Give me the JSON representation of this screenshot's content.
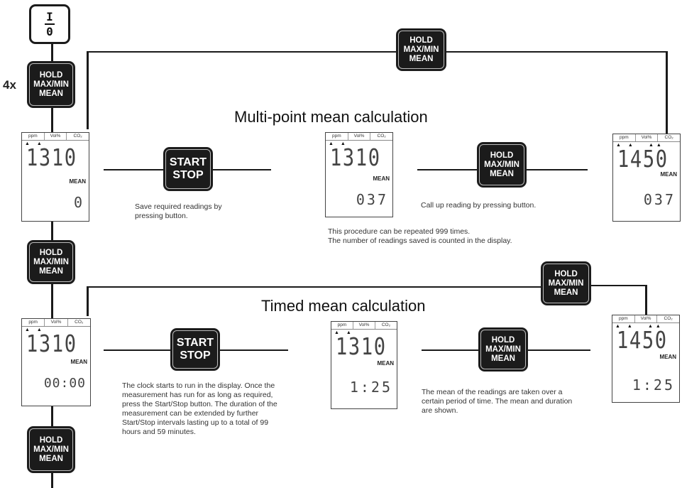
{
  "sections": {
    "multi_point": {
      "title": "Multi-point mean calculation",
      "note_save": "Save required readings by pressing button.",
      "note_call": "Call up reading by pressing button.",
      "note_repeat_1": "This procedure can be repeated 999 times.",
      "note_repeat_2": "The number of readings saved is counted in the display."
    },
    "timed": {
      "title": "Timed mean calculation",
      "note_clock": "The clock starts to run in the display. Once the measurement has run for as long as required, press the Start/Stop button. The duration of the measurement can be extended by further Start/Stop intervals lasting up to a total of 99 hours and 59 minutes.",
      "note_mean": "The mean of the readings are taken over a certain period of time. The mean and duration are shown."
    }
  },
  "press_count": "4x",
  "buttons": {
    "power": {
      "top": "I",
      "bottom": "0",
      "icon": "power-icon"
    },
    "hold": [
      "HOLD",
      "MAX/MIN",
      "MEAN"
    ],
    "start_stop": [
      "START",
      "STOP"
    ]
  },
  "display_header": [
    "ppm",
    "Vol%",
    "CO₂"
  ],
  "displays": {
    "mp_1": {
      "main": "1310",
      "mean": "MEAN",
      "sub": "0"
    },
    "mp_2": {
      "main": "1310",
      "mean": "MEAN",
      "sub": "037"
    },
    "mp_3": {
      "main": "1450",
      "mean": "MEAN",
      "sub": "037"
    },
    "t_1": {
      "main": "1310",
      "mean": "MEAN",
      "sub": "00:00"
    },
    "t_2": {
      "main": "1310",
      "mean": "MEAN",
      "sub": "1:25"
    },
    "t_3": {
      "main": "1450",
      "mean": "MEAN",
      "sub": "1:25"
    }
  }
}
